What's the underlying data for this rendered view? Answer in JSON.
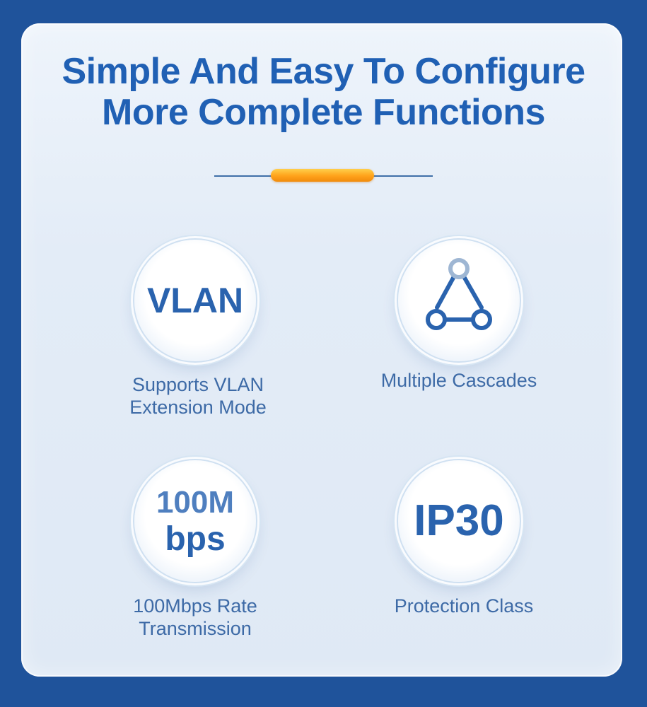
{
  "heading": {
    "line1": "Simple And Easy To Configure",
    "line2": "More Complete Functions"
  },
  "features": [
    {
      "badge": "VLAN",
      "caption_line1": "Supports VLAN",
      "caption_line2": "Extension Mode"
    },
    {
      "icon": "triangle-network-icon",
      "caption_line1": "Multiple Cascades"
    },
    {
      "badge_line1": "100M",
      "badge_line2": "bps",
      "caption_line1": "100Mbps Rate",
      "caption_line2": "Transmission"
    },
    {
      "badge": "IP30",
      "caption_line1": "Protection Class"
    }
  ],
  "colors": {
    "frame": "#1f539b",
    "title": "#2060b4",
    "accent": "#ffa21a",
    "caption": "#3d6aa6"
  }
}
